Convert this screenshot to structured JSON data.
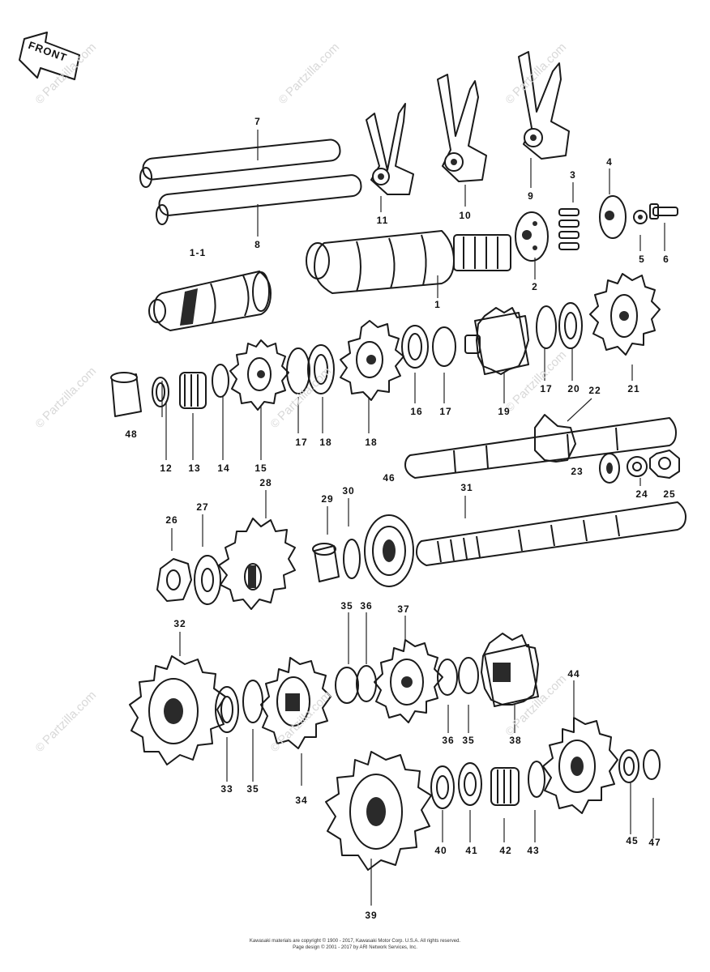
{
  "front_label": "FRONT",
  "watermark": {
    "symbol": "©",
    "text": "Partzilla.com"
  },
  "callouts": [
    {
      "id": "p7",
      "text": "7"
    },
    {
      "id": "p8",
      "text": "8"
    },
    {
      "id": "p11",
      "text": "11"
    },
    {
      "id": "p10",
      "text": "10"
    },
    {
      "id": "p9",
      "text": "9"
    },
    {
      "id": "p3",
      "text": "3"
    },
    {
      "id": "p4",
      "text": "4"
    },
    {
      "id": "p1-1",
      "text": "1-1"
    },
    {
      "id": "p2",
      "text": "2"
    },
    {
      "id": "p5",
      "text": "5"
    },
    {
      "id": "p6",
      "text": "6"
    },
    {
      "id": "p1",
      "text": "1"
    },
    {
      "id": "p48",
      "text": "48"
    },
    {
      "id": "p12",
      "text": "12"
    },
    {
      "id": "p13",
      "text": "13"
    },
    {
      "id": "p14",
      "text": "14"
    },
    {
      "id": "p15",
      "text": "15"
    },
    {
      "id": "p17a",
      "text": "17"
    },
    {
      "id": "p18a",
      "text": "18"
    },
    {
      "id": "p18b",
      "text": "18"
    },
    {
      "id": "p16",
      "text": "16"
    },
    {
      "id": "p17b",
      "text": "17"
    },
    {
      "id": "p19",
      "text": "19"
    },
    {
      "id": "p17c",
      "text": "17"
    },
    {
      "id": "p20",
      "text": "20"
    },
    {
      "id": "p21",
      "text": "21"
    },
    {
      "id": "p22",
      "text": "22"
    },
    {
      "id": "p23",
      "text": "23"
    },
    {
      "id": "p24",
      "text": "24"
    },
    {
      "id": "p25",
      "text": "25"
    },
    {
      "id": "p26",
      "text": "26"
    },
    {
      "id": "p27",
      "text": "27"
    },
    {
      "id": "p28",
      "text": "28"
    },
    {
      "id": "p29",
      "text": "29"
    },
    {
      "id": "p30",
      "text": "30"
    },
    {
      "id": "p46",
      "text": "46"
    },
    {
      "id": "p31",
      "text": "31"
    },
    {
      "id": "p32",
      "text": "32"
    },
    {
      "id": "p35a",
      "text": "35"
    },
    {
      "id": "p36a",
      "text": "36"
    },
    {
      "id": "p37",
      "text": "37"
    },
    {
      "id": "p44",
      "text": "44"
    },
    {
      "id": "p36b",
      "text": "36"
    },
    {
      "id": "p35b",
      "text": "35"
    },
    {
      "id": "p38",
      "text": "38"
    },
    {
      "id": "p33",
      "text": "33"
    },
    {
      "id": "p35c",
      "text": "35"
    },
    {
      "id": "p34",
      "text": "34"
    },
    {
      "id": "p40",
      "text": "40"
    },
    {
      "id": "p41",
      "text": "41"
    },
    {
      "id": "p42",
      "text": "42"
    },
    {
      "id": "p43",
      "text": "43"
    },
    {
      "id": "p45",
      "text": "45"
    },
    {
      "id": "p47",
      "text": "47"
    },
    {
      "id": "p39",
      "text": "39"
    }
  ],
  "footer": {
    "line1": "Kawasaki materials are copyright © 1900 - 2017, Kawasaki Motor Corp. U.S.A. All rights reserved.",
    "line2": "Page design © 2001 - 2017 by ARI Network Services, Inc."
  }
}
